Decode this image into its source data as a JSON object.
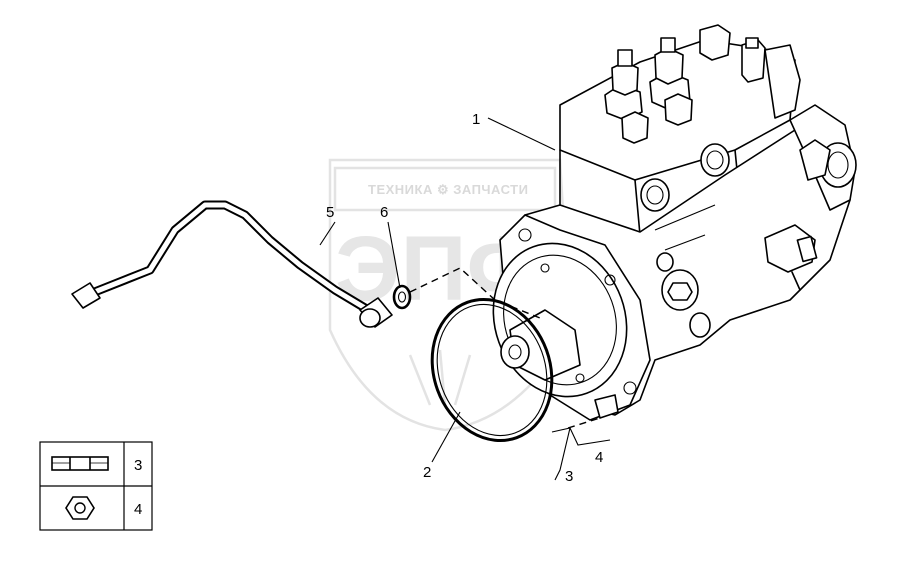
{
  "watermark": {
    "brand_text": "ТЕХНИКА ⚙ ЗАПЧАСТИ",
    "logo_letters": "ЭПФ"
  },
  "callouts": {
    "pump": "1",
    "o_ring": "2",
    "kit_3": "3",
    "kit_4": "4",
    "pipe": "5",
    "washer": "6"
  },
  "legend": {
    "rows": [
      {
        "icon": "seal-kit-icon",
        "number": "3"
      },
      {
        "icon": "hex-nut-icon",
        "number": "4"
      }
    ]
  }
}
